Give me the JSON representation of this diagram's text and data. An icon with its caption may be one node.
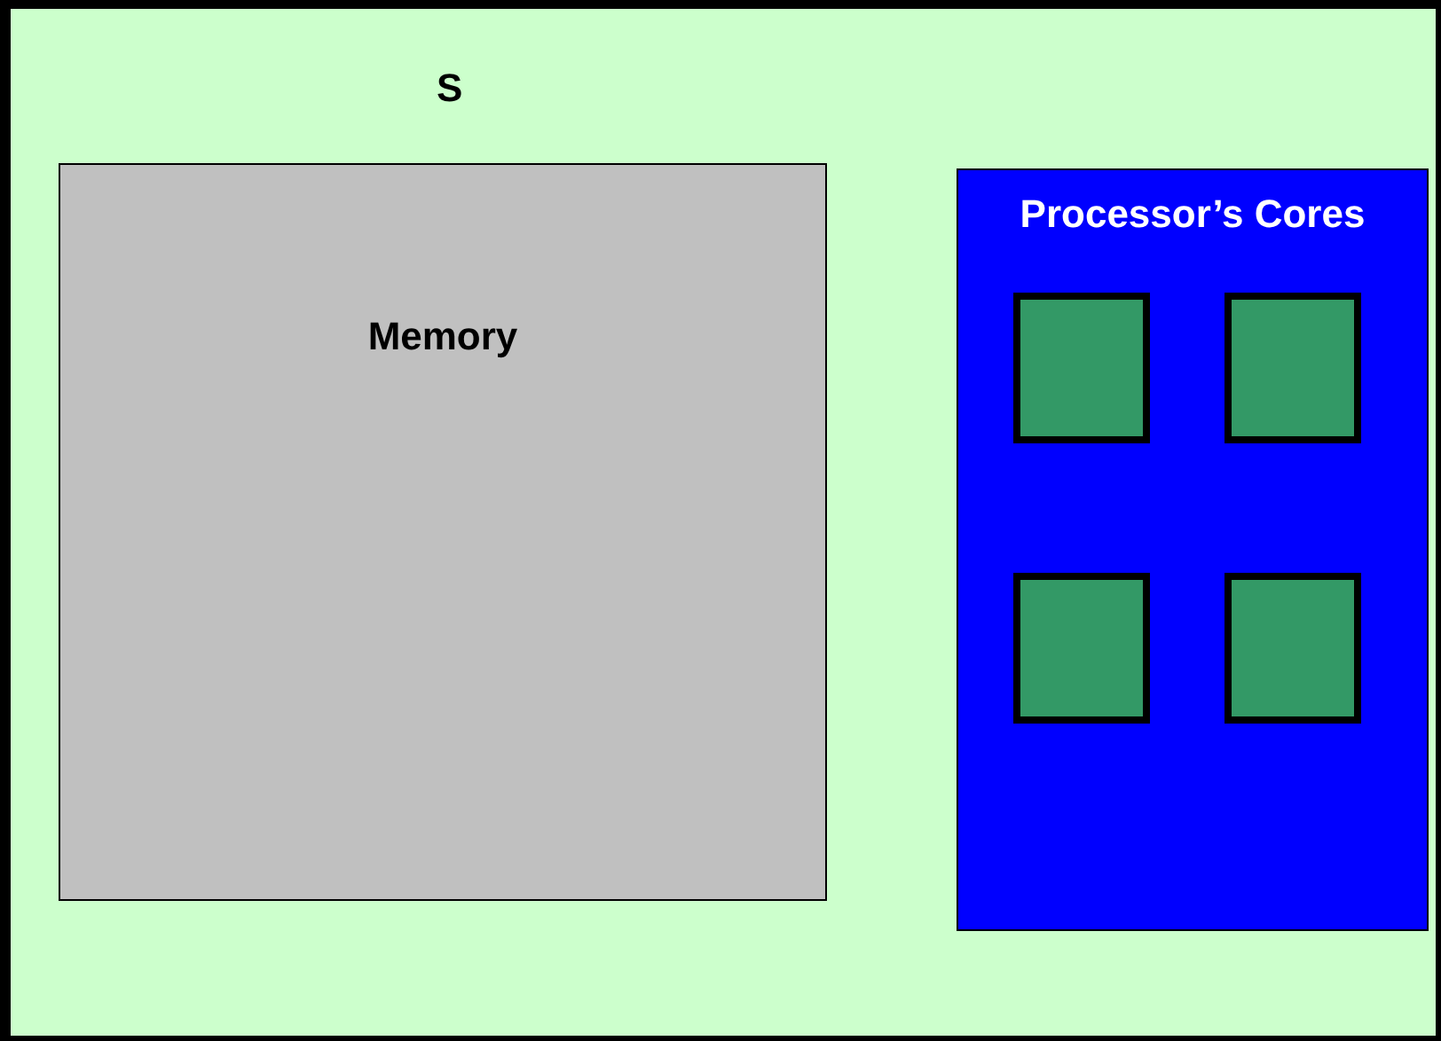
{
  "diagram": {
    "nodes": [
      {
        "text": [
          "S"
        ]
      },
      {
        "text": [
          "Memory"
        ],
        "in": 0
      },
      {
        "text": [
          "Processor’s Cores"
        ],
        "in": 0
      },
      {
        "text": [],
        "shape": "box",
        "in": 2
      },
      {
        "text": [],
        "shape": "box",
        "in": 2
      },
      {
        "text": [],
        "shape": "box",
        "in": 2
      },
      {
        "text": [],
        "shape": "box",
        "in": 2
      }
    ]
  }
}
